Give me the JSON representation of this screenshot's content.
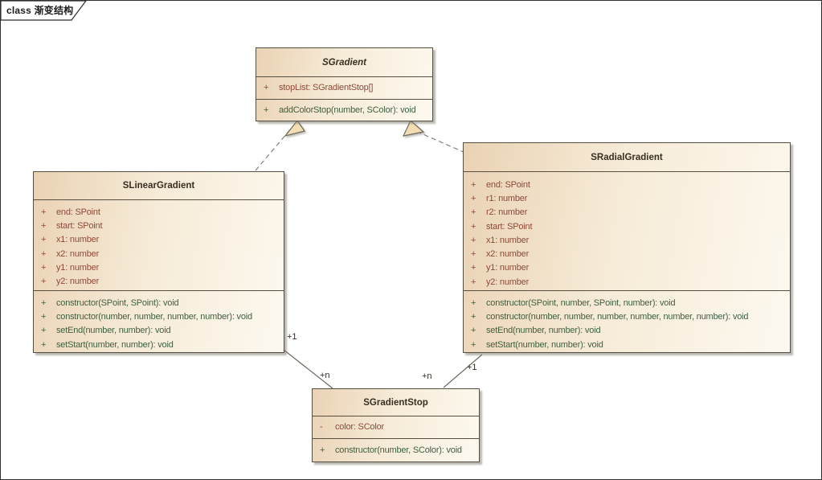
{
  "frame": {
    "label": "class 渐变结构"
  },
  "colors": {
    "box_fill_left": "#ead2b4",
    "box_fill_right": "#fdf9f0",
    "box_border": "#564f3f",
    "attribute_text": "#8d4a38",
    "method_text": "#3f5f3f",
    "title_text": "#382f23",
    "connector_line": "#6e6a60",
    "arrowhead_fill": "#f3ddb3",
    "background": "#ffffff"
  },
  "classes": [
    {
      "name": "SGradient",
      "abstract": true,
      "attributes": [
        {
          "vis": "+",
          "text": "stopList: SGradientStop[]"
        }
      ],
      "methods": [
        {
          "vis": "+",
          "text": "addColorStop(number, SColor): void"
        }
      ]
    },
    {
      "name": "SLinearGradient",
      "abstract": false,
      "attributes": [
        {
          "vis": "+",
          "text": "end: SPoint"
        },
        {
          "vis": "+",
          "text": "start: SPoint"
        },
        {
          "vis": "+",
          "text": "x1: number"
        },
        {
          "vis": "+",
          "text": "x2: number"
        },
        {
          "vis": "+",
          "text": "y1: number"
        },
        {
          "vis": "+",
          "text": "y2: number"
        }
      ],
      "methods": [
        {
          "vis": "+",
          "text": "constructor(SPoint, SPoint): void"
        },
        {
          "vis": "+",
          "text": "constructor(number, number, number, number): void"
        },
        {
          "vis": "+",
          "text": "setEnd(number, number): void"
        },
        {
          "vis": "+",
          "text": "setStart(number, number): void"
        }
      ]
    },
    {
      "name": "SRadialGradient",
      "abstract": false,
      "attributes": [
        {
          "vis": "+",
          "text": "end: SPoint"
        },
        {
          "vis": "+",
          "text": "r1: number"
        },
        {
          "vis": "+",
          "text": "r2: number"
        },
        {
          "vis": "+",
          "text": "start: SPoint"
        },
        {
          "vis": "+",
          "text": "x1: number"
        },
        {
          "vis": "+",
          "text": "x2: number"
        },
        {
          "vis": "+",
          "text": "y1: number"
        },
        {
          "vis": "+",
          "text": "y2: number"
        }
      ],
      "methods": [
        {
          "vis": "+",
          "text": "constructor(SPoint, number, SPoint, number): void"
        },
        {
          "vis": "+",
          "text": "constructor(number, number, number, number, number, number): void"
        },
        {
          "vis": "+",
          "text": "setEnd(number, number): void"
        },
        {
          "vis": "+",
          "text": "setStart(number, number): void"
        }
      ]
    },
    {
      "name": "SGradientStop",
      "abstract": false,
      "attributes": [
        {
          "vis": "-",
          "text": "color: SColor"
        }
      ],
      "methods": [
        {
          "vis": "+",
          "text": "constructor(number, SColor): void"
        }
      ]
    }
  ],
  "connectors": {
    "linear_to_stop": {
      "source_mult": "+1",
      "target_mult": "+n"
    },
    "radial_to_stop": {
      "source_mult": "+1",
      "target_mult": "+n"
    }
  }
}
